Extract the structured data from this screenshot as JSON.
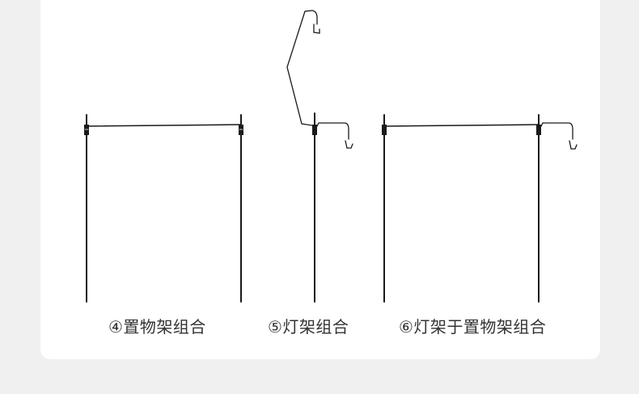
{
  "captions": {
    "shelf_combo": "④置物架组合",
    "lamp_combo": "⑤灯架组合",
    "lamp_on_shelf_combo": "⑥灯架于置物架组合"
  },
  "colors": {
    "background": "#f0f0f0",
    "card": "#ffffff",
    "line": "#1a1a1a",
    "text": "#333333"
  }
}
